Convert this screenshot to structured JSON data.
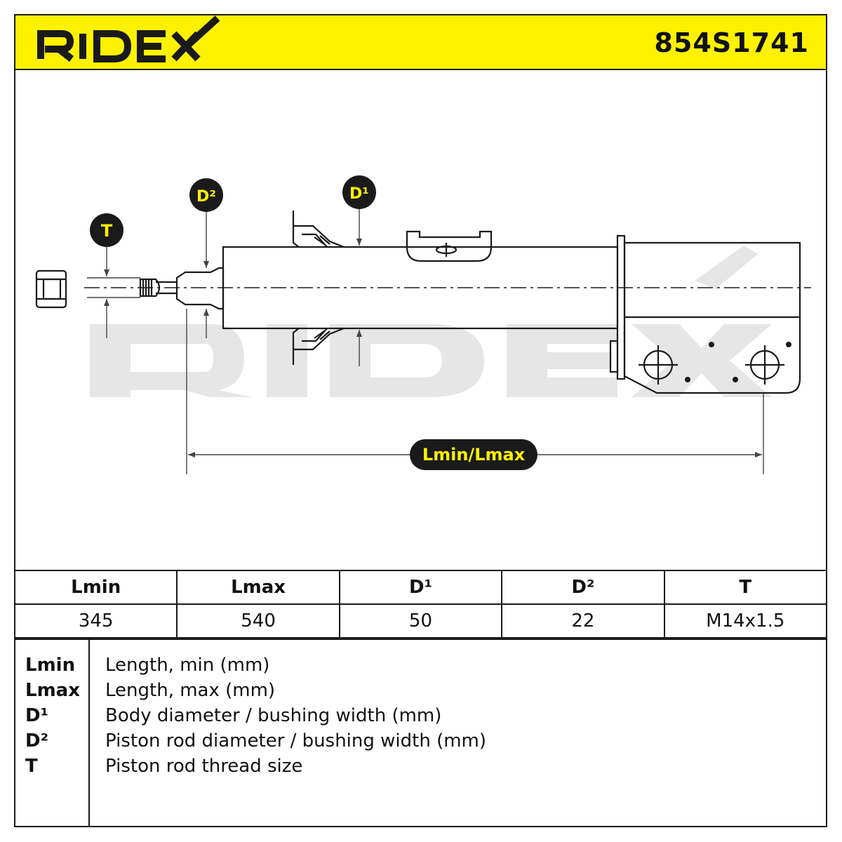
{
  "header": {
    "brand": "RIDEX",
    "part_number": "854S1741"
  },
  "callouts": {
    "t": "T",
    "d1": "D¹",
    "d2": "D²",
    "length": "Lmin/Lmax"
  },
  "table": {
    "headers": [
      "Lmin",
      "Lmax",
      "D¹",
      "D²",
      "T"
    ],
    "values": [
      "345",
      "540",
      "50",
      "22",
      "M14x1.5"
    ]
  },
  "legend": {
    "items": [
      {
        "key": "Lmin",
        "desc": "Length, min (mm)"
      },
      {
        "key": "Lmax",
        "desc": "Length, max (mm)"
      },
      {
        "key": "D¹",
        "desc": "Body diameter / bushing width (mm)"
      },
      {
        "key": "D²",
        "desc": "Piston rod diameter / bushing width (mm)"
      },
      {
        "key": "T",
        "desc": "Piston rod thread size"
      }
    ]
  },
  "colors": {
    "accent": "#fff200",
    "ink": "#1a1a1a",
    "watermark": "#e6e6e6"
  }
}
